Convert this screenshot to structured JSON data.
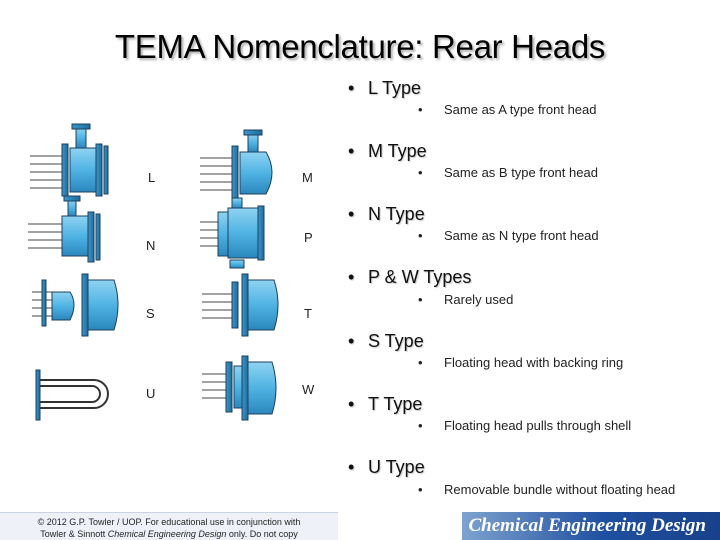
{
  "title": "TEMA Nomenclature: Rear Heads",
  "diagram_labels": [
    "L",
    "M",
    "N",
    "P",
    "S",
    "T",
    "U",
    "W"
  ],
  "bullets": [
    {
      "type": "L Type",
      "desc": "Same as A type front head"
    },
    {
      "type": "M Type",
      "desc": "Same as B type front head"
    },
    {
      "type": "N Type",
      "desc": "Same as N type front head"
    },
    {
      "type": "P & W Types",
      "desc": "Rarely used"
    },
    {
      "type": "S Type",
      "desc": "Floating head with backing ring"
    },
    {
      "type": "T Type",
      "desc": "Floating head pulls through shell"
    },
    {
      "type": "U Type",
      "desc": "Removable bundle without floating head"
    }
  ],
  "footer": {
    "copyright_line1": "© 2012 G.P. Towler / UOP. For educational use in conjunction with",
    "copyright_line2_a": "Towler & Sinnott ",
    "copyright_line2_book": "Chemical Engineering Design",
    "copyright_line2_b": " only. Do not copy",
    "brand": "Chemical Engineering Design"
  },
  "colors": {
    "vessel": "#5ab8e6",
    "outline": "#1d3f5e",
    "brand_bar": "#1f4fa0"
  }
}
